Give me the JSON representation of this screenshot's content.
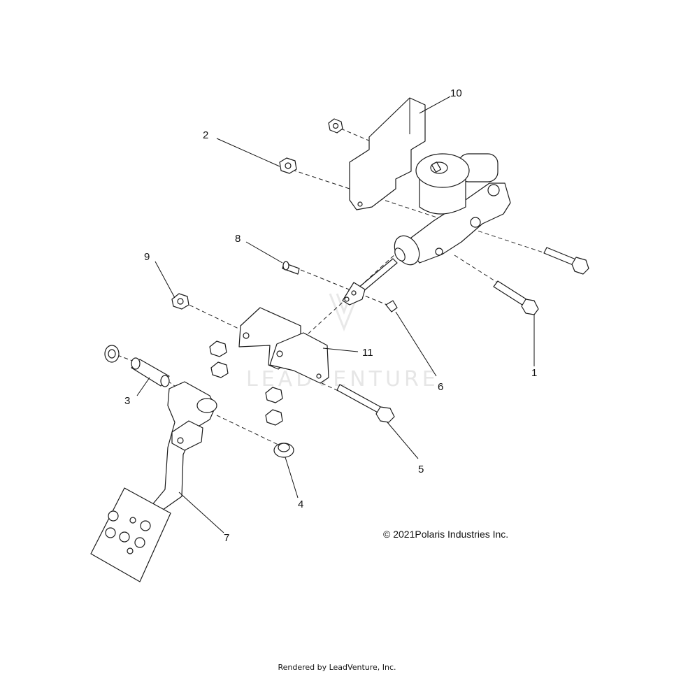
{
  "callouts": [
    {
      "id": "1",
      "label": "1"
    },
    {
      "id": "2",
      "label": "2"
    },
    {
      "id": "3",
      "label": "3"
    },
    {
      "id": "4",
      "label": "4"
    },
    {
      "id": "5",
      "label": "5"
    },
    {
      "id": "6",
      "label": "6"
    },
    {
      "id": "7",
      "label": "7"
    },
    {
      "id": "8",
      "label": "8"
    },
    {
      "id": "9",
      "label": "9"
    },
    {
      "id": "10",
      "label": "10"
    },
    {
      "id": "11",
      "label": "11"
    }
  ],
  "copyright": "© 2021Polaris Industries Inc.",
  "footer": "Rendered by LeadVenture, Inc.",
  "watermark": "LEADVENTURE"
}
